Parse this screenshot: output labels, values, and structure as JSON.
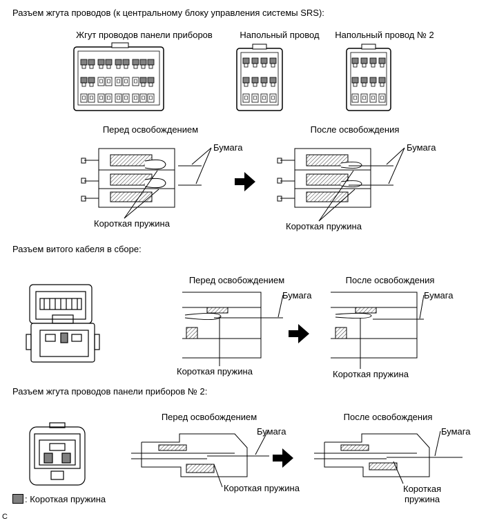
{
  "sections": [
    {
      "heading": "Разъем жгута проводов (к центральному блоку управления системы SRS):",
      "connector_labels": [
        "Жгут проводов панели приборов",
        "Напольный провод",
        "Напольный провод № 2"
      ],
      "before_label": "Перед освобождением",
      "after_label": "После освобождения",
      "paper_label": "Бумага",
      "spring_label": "Короткая пружина"
    },
    {
      "heading": "Разъем витого кабеля в сборе:",
      "before_label": "Перед освобождением",
      "after_label": "После освобождения",
      "paper_label": "Бумага",
      "spring_label": "Короткая пружина"
    },
    {
      "heading": "Разъем жгута проводов панели приборов № 2:",
      "before_label": "Перед освобождением",
      "after_label": "После освобождения",
      "paper_label": "Бумага",
      "spring_label": "Короткая пружина",
      "spring_label_after": "Короткая\nпружина"
    }
  ],
  "legend": {
    "label": ": Короткая пружина",
    "swatch_color": "#808080"
  },
  "footer_code": "C"
}
